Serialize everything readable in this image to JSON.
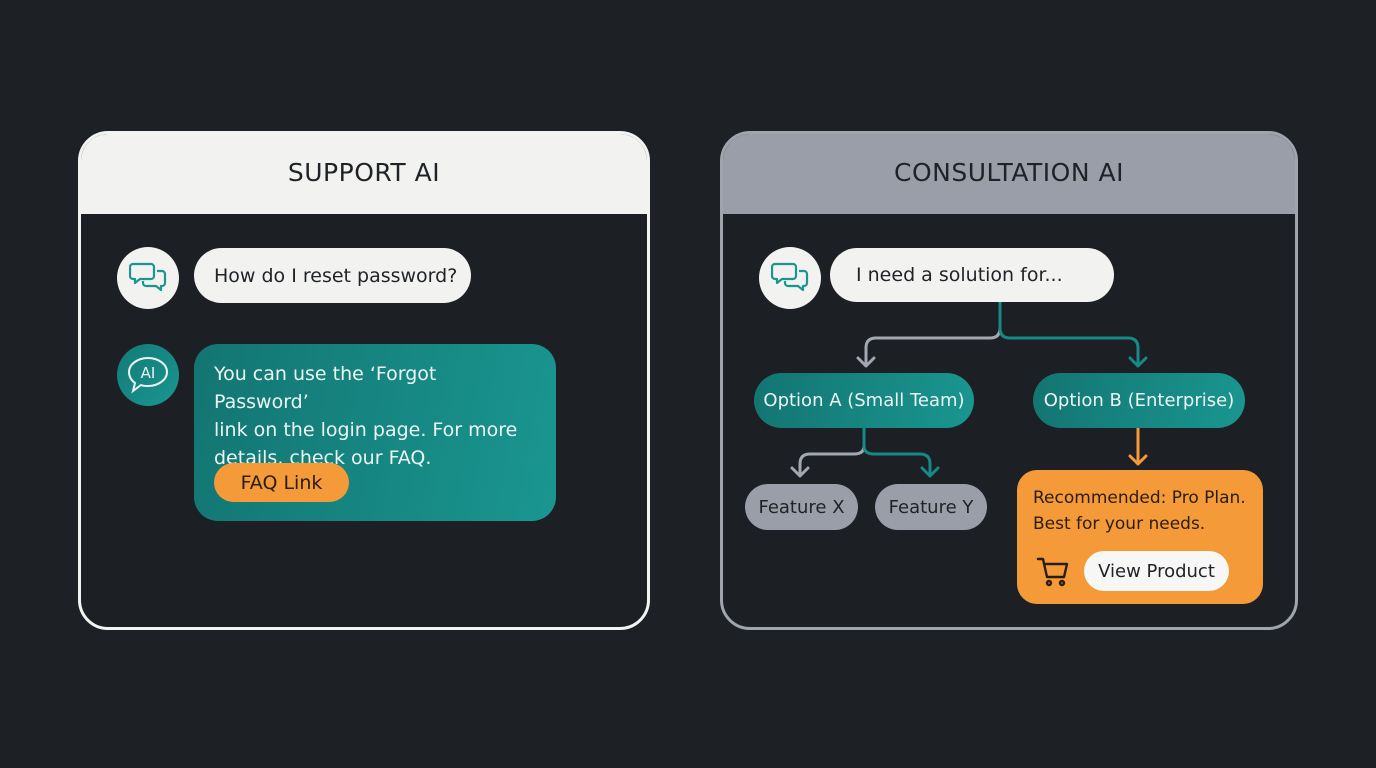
{
  "support": {
    "title": "SUPPORT AI",
    "user_message": "How do I reset password?",
    "ai_icon_label": "AI",
    "ai_message_lines": [
      "You can use the ‘Forgot Password’",
      "link on the login page. For more",
      "details, check our FAQ."
    ],
    "faq_button": "FAQ Link"
  },
  "consultation": {
    "title": "CONSULTATION AI",
    "user_message": "I need a solution for...",
    "option_a": "Option A (Small Team)",
    "option_b": "Option B (Enterprise)",
    "feature_x": "Feature X",
    "feature_y": "Feature Y",
    "recommendation_lines": [
      "Recommended: Pro Plan.",
      "Best for your needs."
    ],
    "view_product_button": "View Product"
  },
  "colors": {
    "teal": "#168a86",
    "orange": "#f59a38",
    "gray": "#a3a7b0",
    "light": "#f2f2f0"
  }
}
